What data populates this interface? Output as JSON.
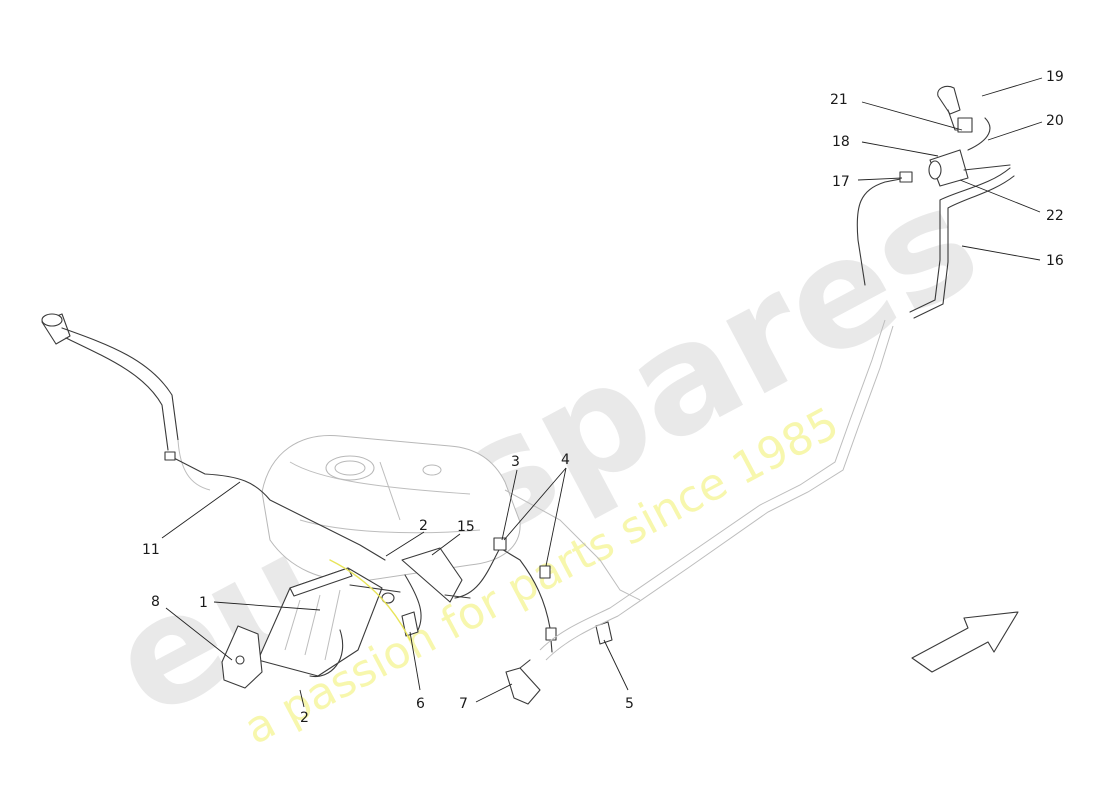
{
  "watermark": {
    "logo_text": "eurospares",
    "tagline": "a passion for parts since 1985"
  },
  "callouts": [
    {
      "id": "1",
      "label": "1"
    },
    {
      "id": "2a",
      "label": "2"
    },
    {
      "id": "2b",
      "label": "2"
    },
    {
      "id": "3",
      "label": "3"
    },
    {
      "id": "4",
      "label": "4"
    },
    {
      "id": "5",
      "label": "5"
    },
    {
      "id": "6",
      "label": "6"
    },
    {
      "id": "7",
      "label": "7"
    },
    {
      "id": "8",
      "label": "8"
    },
    {
      "id": "11",
      "label": "11"
    },
    {
      "id": "15",
      "label": "15"
    },
    {
      "id": "16",
      "label": "16"
    },
    {
      "id": "17",
      "label": "17"
    },
    {
      "id": "18",
      "label": "18"
    },
    {
      "id": "19",
      "label": "19"
    },
    {
      "id": "20",
      "label": "20"
    },
    {
      "id": "21",
      "label": "21"
    },
    {
      "id": "22",
      "label": "22"
    }
  ]
}
